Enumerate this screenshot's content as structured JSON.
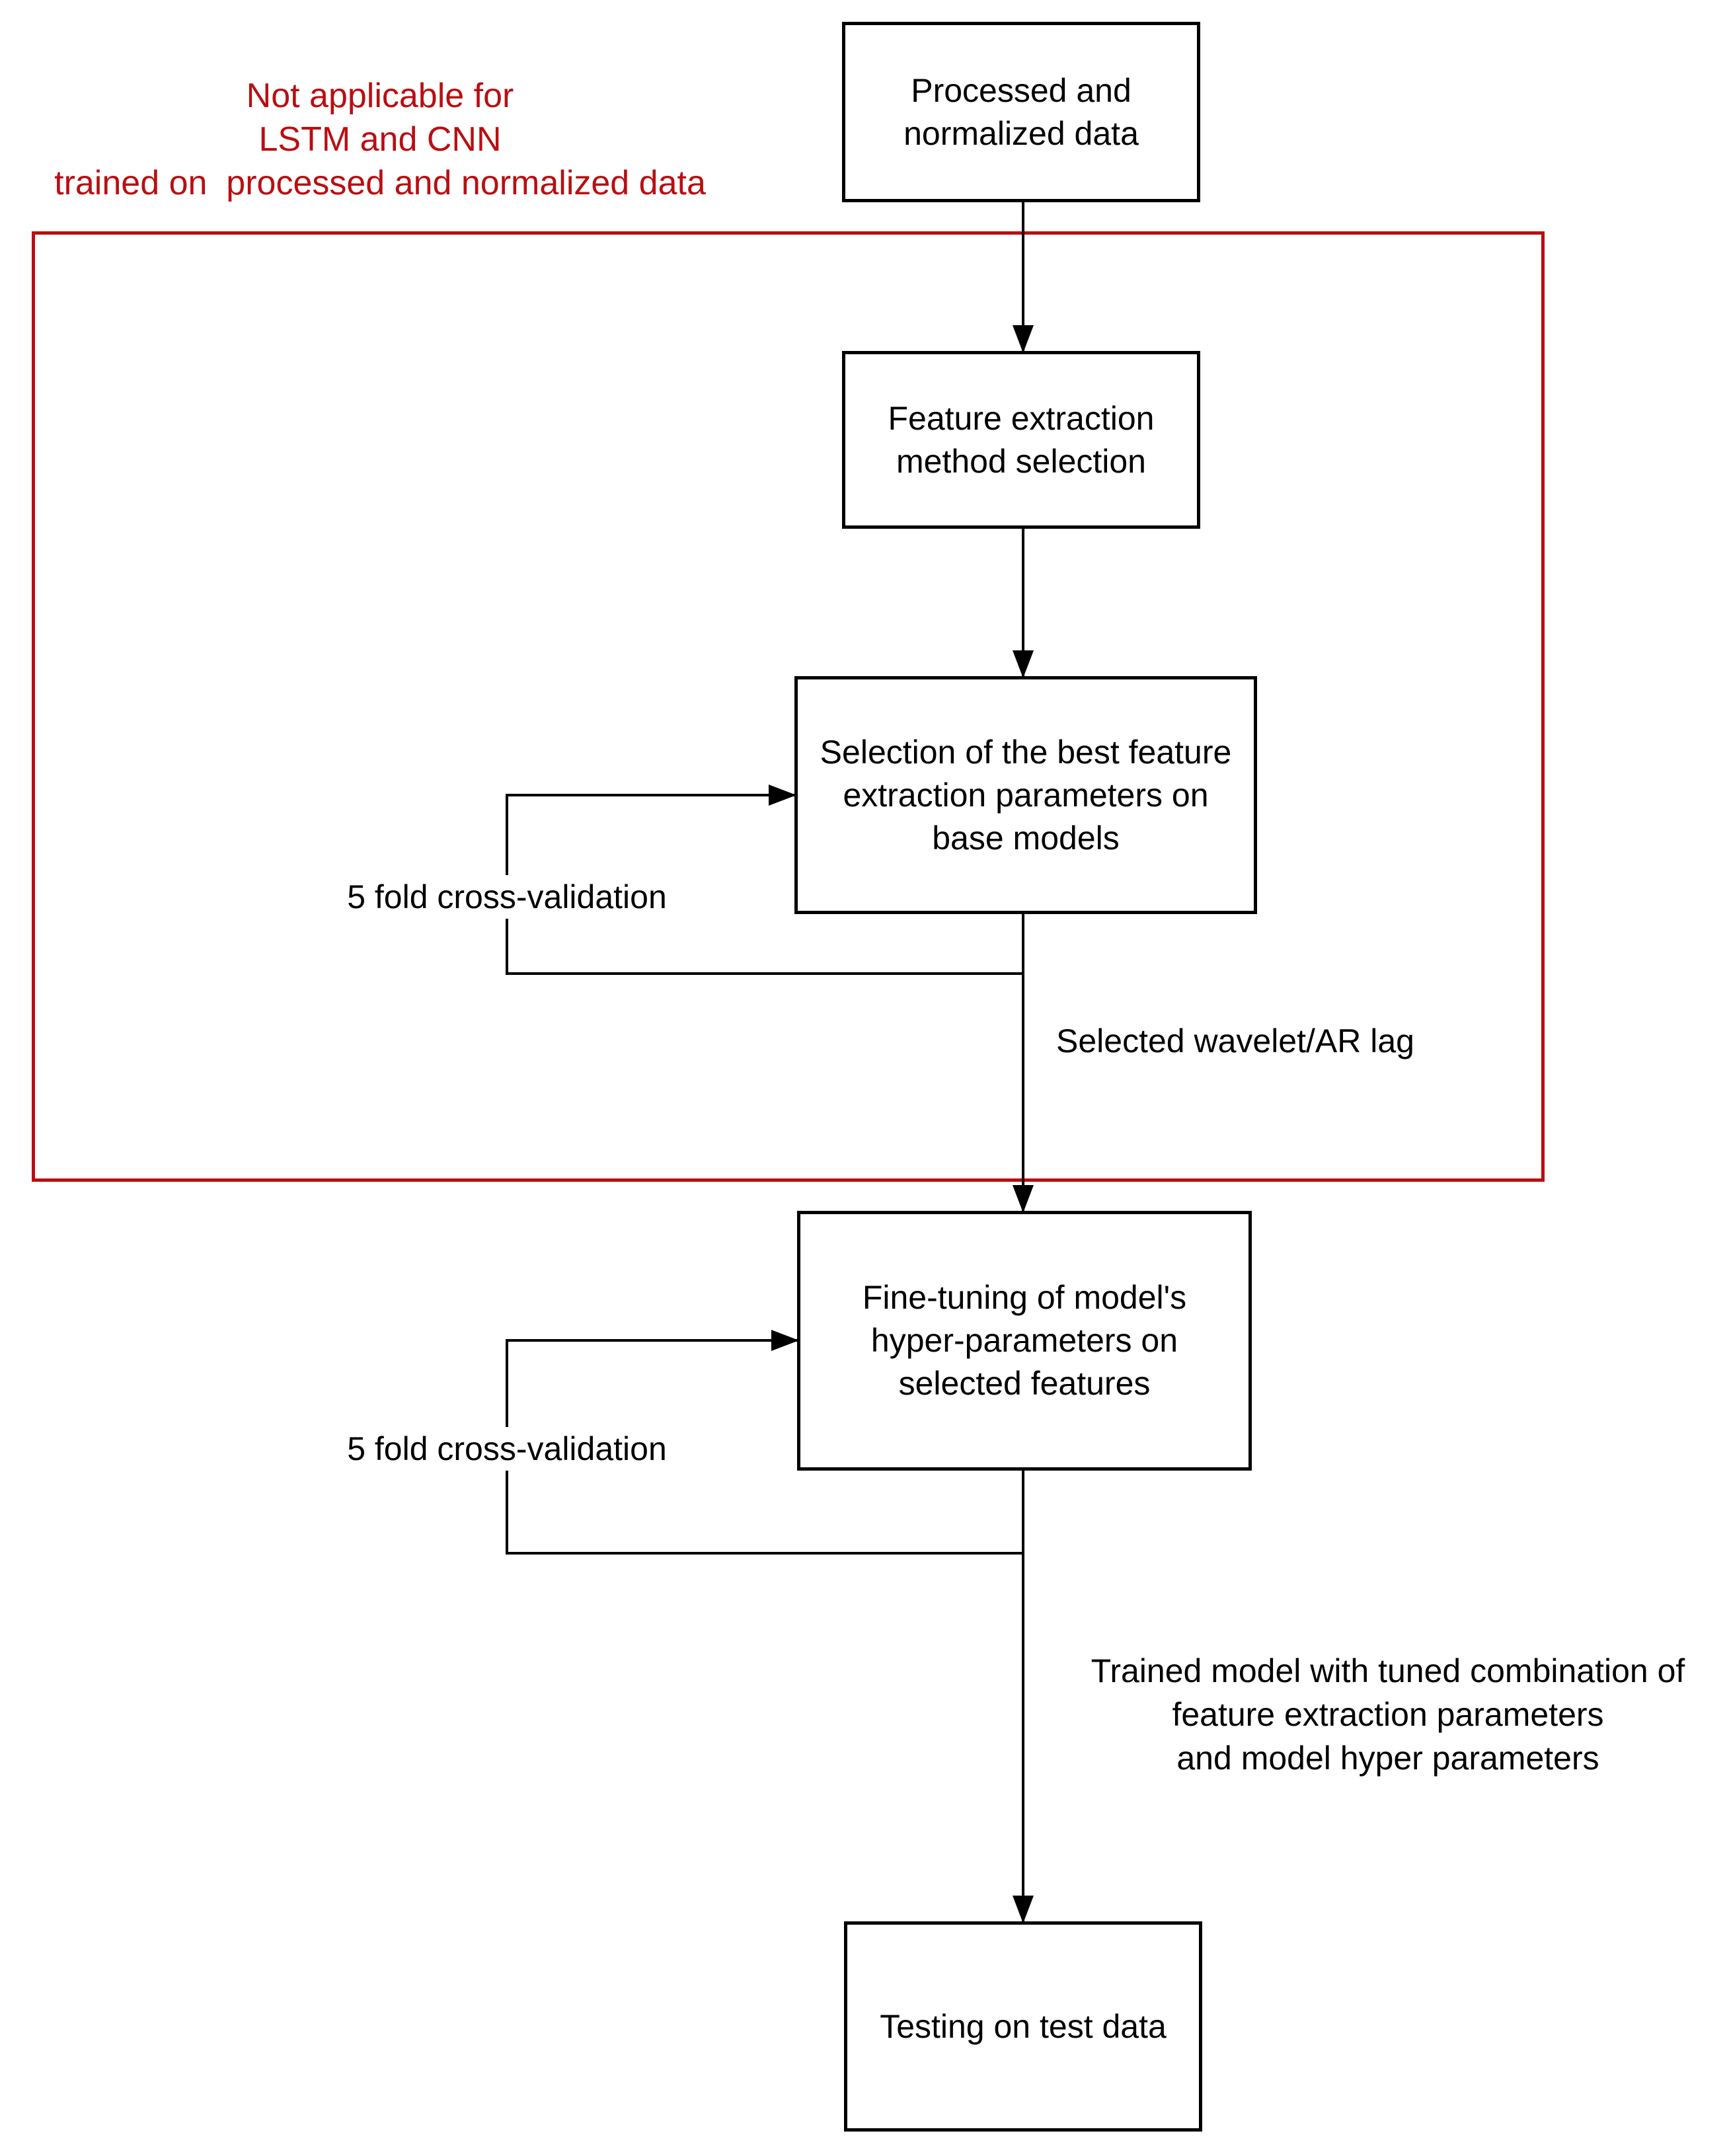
{
  "flowchart": {
    "colors": {
      "background": "#ffffff",
      "line": "#000000",
      "accent_red": "#b90e12"
    },
    "annotation": {
      "text": "Not applicable for\nLSTM and CNN\ntrained on  processed and normalized data"
    },
    "nodes": {
      "processed_data": {
        "label": "Processed and\nnormalized data"
      },
      "feature_extraction": {
        "label": "Feature extraction\nmethod selection"
      },
      "selection_best_params": {
        "label": "Selection of the best feature\nextraction parameters on\nbase models"
      },
      "fine_tuning": {
        "label": "Fine-tuning of model's\nhyper-parameters on\nselected features"
      },
      "testing": {
        "label": "Testing on test data"
      }
    },
    "edge_labels": {
      "cv_loop_1": "5 fold cross-validation",
      "cv_loop_2": "5 fold cross-validation",
      "selected_wavelet": "Selected wavelet/AR lag",
      "trained_model": "Trained model with tuned combination of\nfeature extraction parameters\nand model hyper parameters"
    }
  }
}
